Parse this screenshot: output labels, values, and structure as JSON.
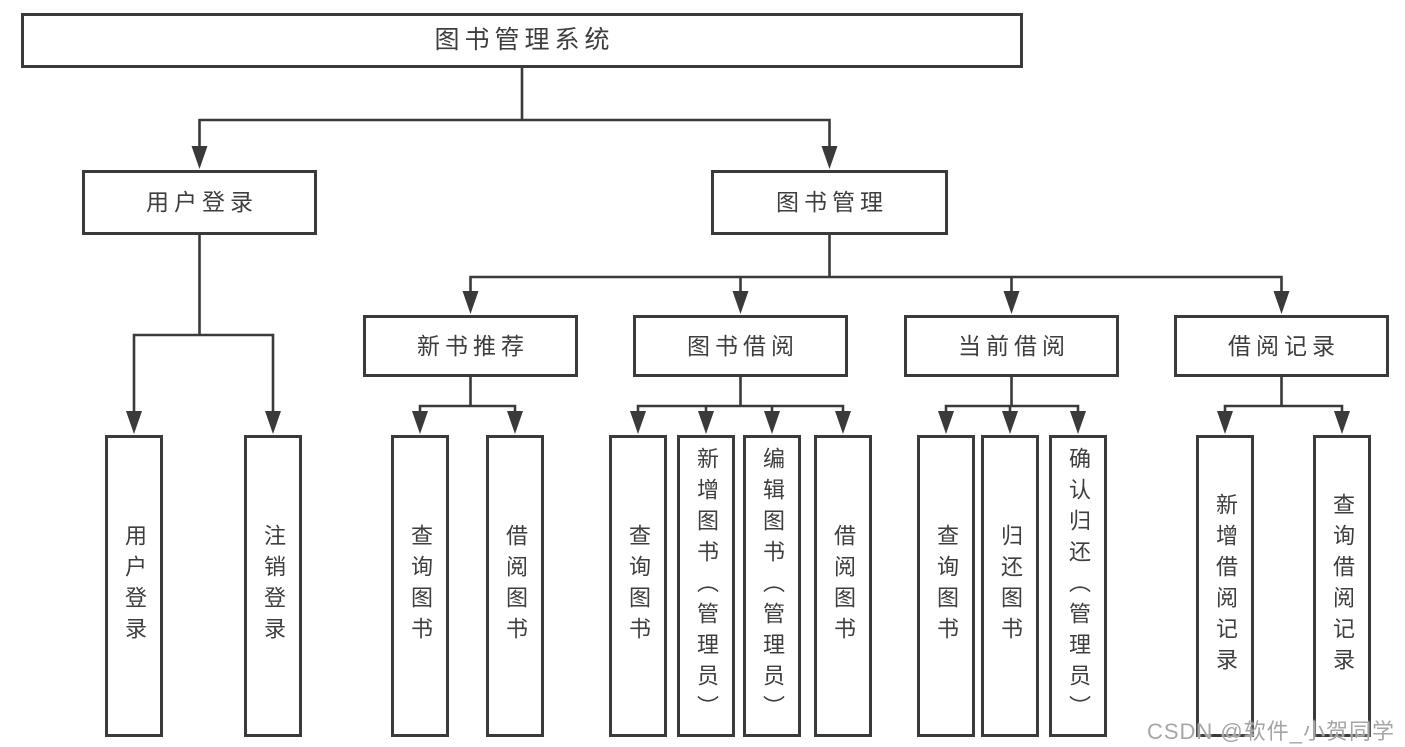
{
  "diagram": {
    "type": "hierarchy-tree",
    "title": "图书管理系统",
    "colors": {
      "line": "#3a3a3a",
      "box_border": "#3a3a3a",
      "text": "#3e3e3e",
      "background": "#ffffff",
      "watermark": "#a6a6a6"
    },
    "root": {
      "label": "图书管理系统"
    },
    "level2": [
      {
        "label": "用户登录",
        "parent": "图书管理系统"
      },
      {
        "label": "图书管理",
        "parent": "图书管理系统"
      }
    ],
    "level3": [
      {
        "label": "新书推荐",
        "parent": "图书管理"
      },
      {
        "label": "图书借阅",
        "parent": "图书管理"
      },
      {
        "label": "当前借阅",
        "parent": "图书管理"
      },
      {
        "label": "借阅记录",
        "parent": "图书管理"
      }
    ],
    "level4": [
      {
        "label": "用户登录",
        "parent": "用户登录"
      },
      {
        "label": "注销登录",
        "parent": "用户登录"
      },
      {
        "label": "查询图书",
        "parent": "新书推荐"
      },
      {
        "label": "借阅图书",
        "parent": "新书推荐"
      },
      {
        "label": "查询图书",
        "parent": "图书借阅"
      },
      {
        "label": "新增图书（管理员）",
        "parent": "图书借阅"
      },
      {
        "label": "编辑图书（管理员）",
        "parent": "图书借阅"
      },
      {
        "label": "借阅图书",
        "parent": "图书借阅"
      },
      {
        "label": "查询图书",
        "parent": "当前借阅"
      },
      {
        "label": "归还图书",
        "parent": "当前借阅"
      },
      {
        "label": "确认归还（管理员）",
        "parent": "当前借阅"
      },
      {
        "label": "新增借阅记录",
        "parent": "借阅记录"
      },
      {
        "label": "查询借阅记录",
        "parent": "借阅记录"
      }
    ],
    "watermark": "CSDN @软件_小贺同学"
  }
}
